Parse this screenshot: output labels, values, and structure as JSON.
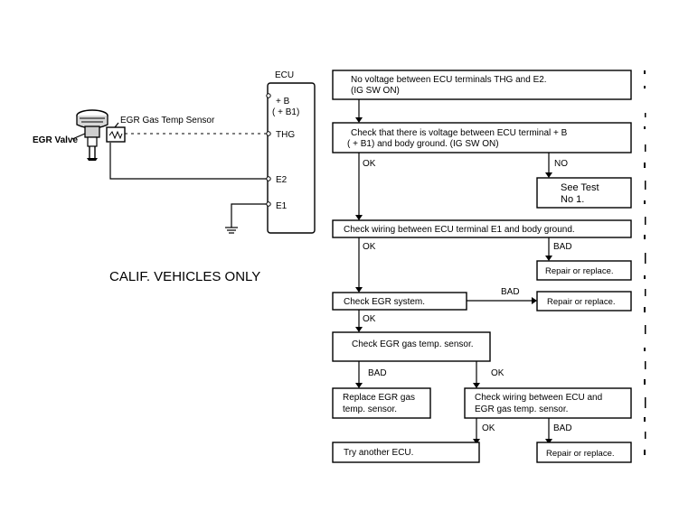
{
  "wiring": {
    "ecu_label": "ECU",
    "plus_b_label": "+ B",
    "plus_b1_label": "( + B1)",
    "thg_label": "THG",
    "e2_label": "E2",
    "e1_label": "E1",
    "sensor_label": "EGR Gas Temp  Sensor",
    "valve_label": "EGR Valve",
    "note": "CALIF. VEHICLES ONLY"
  },
  "flow": {
    "start_line1": "No voltage between ECU terminals THG and E2.",
    "start_line2": "(IG SW ON)",
    "check_voltage_line1": "Check that there is voltage between ECU terminal  + B",
    "check_voltage_line2": "( + B1) and body ground. (IG SW ON)",
    "ok1": "OK",
    "no1": "NO",
    "see_test_line1": "See Test",
    "see_test_line2": "No  1.",
    "check_wiring_e1": "Check wiring between ECU terminal E1 and body ground.",
    "ok2": "OK",
    "bad2": "BAD",
    "repair2": "Repair or replace.",
    "check_egr_system": "Check EGR system.",
    "bad3": "BAD",
    "repair3": "Repair or replace.",
    "ok3": "OK",
    "check_sensor": "Check EGR gas temp. sensor.",
    "bad4": "BAD",
    "ok4": "OK",
    "replace_line1": "Replace EGR gas",
    "replace_line2": "temp. sensor.",
    "check_wiring_sensor_line1": "Check wiring between ECU and",
    "check_wiring_sensor_line2": "EGR gas temp. sensor.",
    "ok5": "OK",
    "bad5": "BAD",
    "try_ecu": "Try another ECU.",
    "repair5": "Repair or replace."
  }
}
